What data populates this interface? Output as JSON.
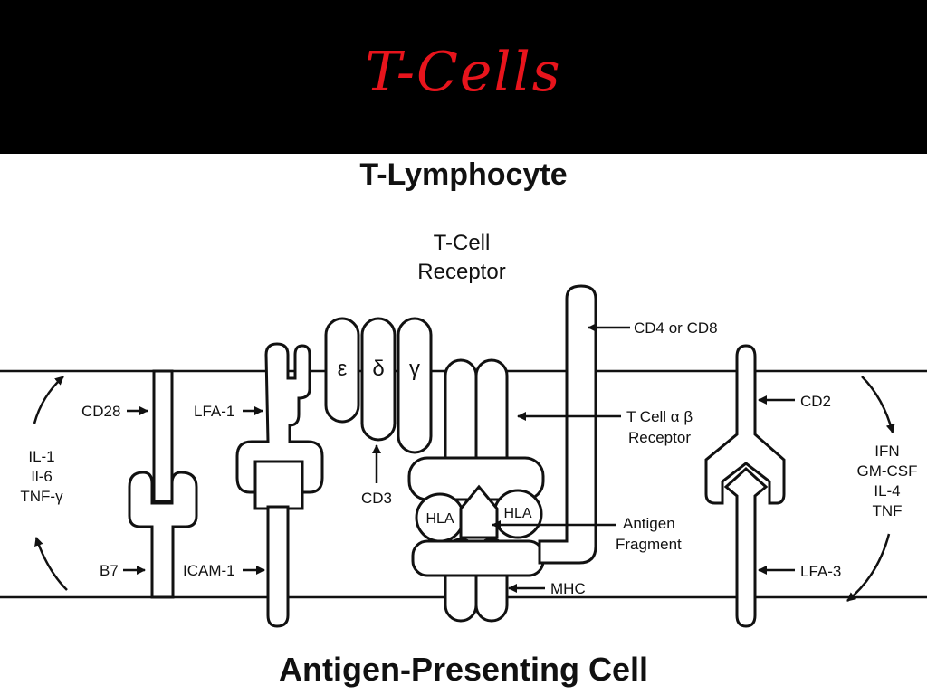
{
  "slide": {
    "title": "T-Cells",
    "title_color": "#e8141c",
    "header_background": "#000000"
  },
  "diagram": {
    "top_cell_label": "T-Lymphocyte",
    "bottom_cell_label": "Antigen-Presenting Cell",
    "tcr_label_line1": "T-Cell",
    "tcr_label_line2": "Receptor",
    "cd3_subunits": [
      "ε",
      "δ",
      "γ"
    ],
    "labels": {
      "cd28": "CD28",
      "b7": "B7",
      "lfa1": "LFA-1",
      "icam1": "ICAM-1",
      "cd3": "CD3",
      "cd4_cd8": "CD4 or CD8",
      "tcr_ab_line1": "T Cell α β",
      "tcr_ab_line2": "Receptor",
      "antigen_line1": "Antigen",
      "antigen_line2": "Fragment",
      "mhc": "MHC",
      "hla": "HLA",
      "cd2": "CD2",
      "lfa3": "LFA-3"
    },
    "cytokines_left": [
      "IL-1",
      "Il-6",
      "TNF-γ"
    ],
    "cytokines_right": [
      "IFN",
      "GM-CSF",
      "IL-4",
      "TNF"
    ]
  }
}
